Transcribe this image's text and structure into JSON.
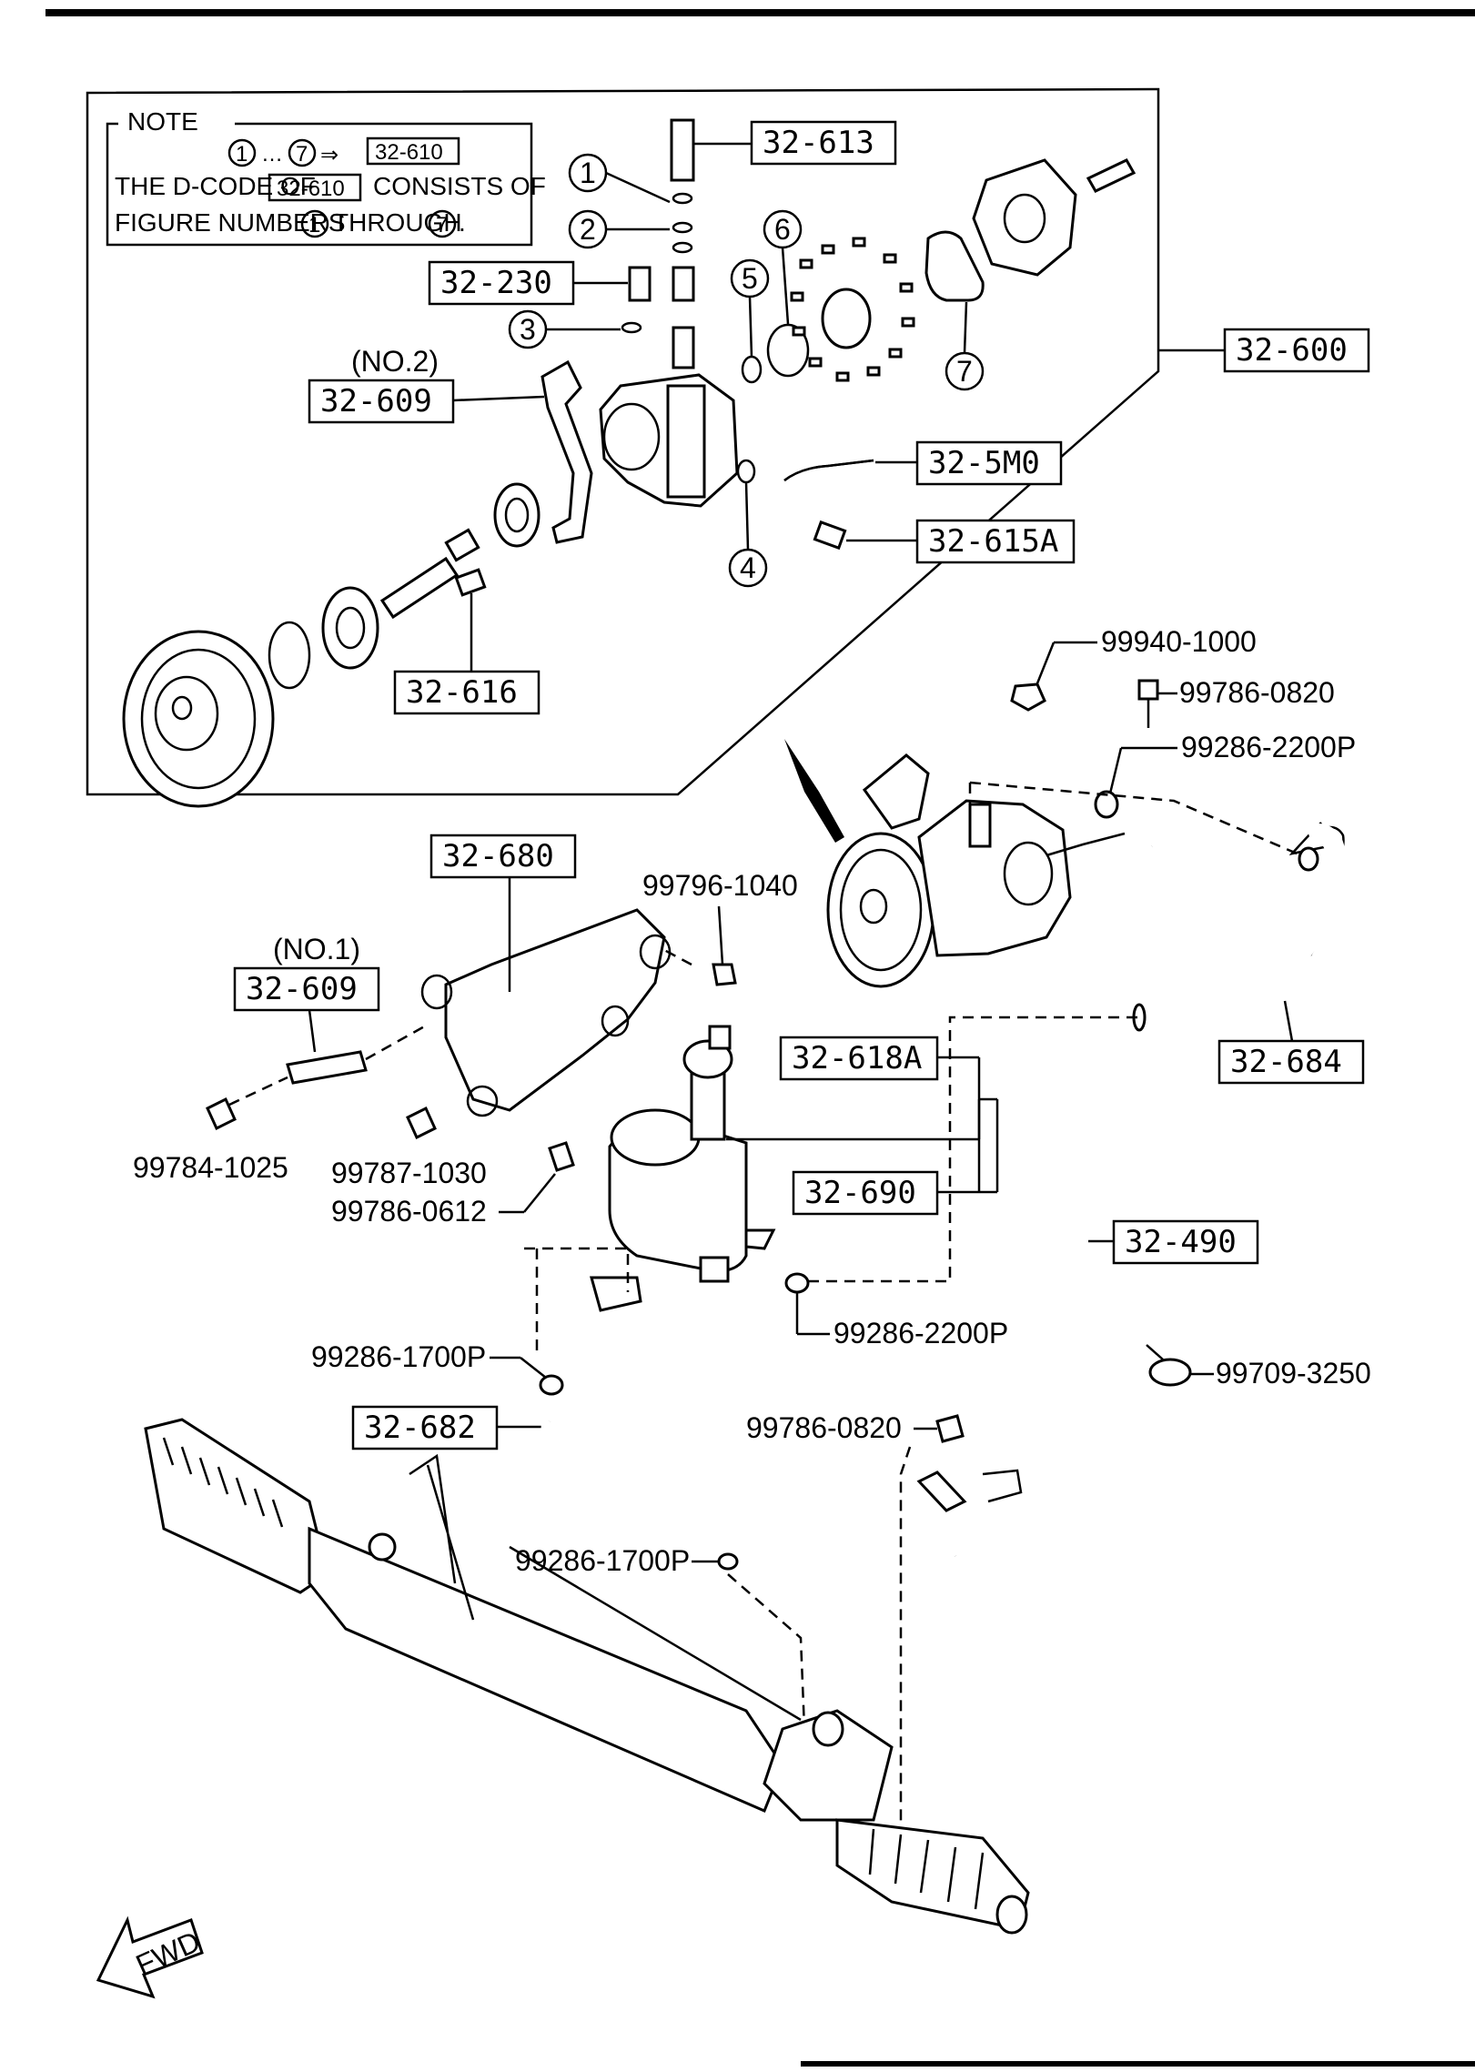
{
  "note": {
    "title": "NOTE",
    "range_from": "1",
    "range_dots": "…",
    "range_to": "7",
    "range_arrow": "⇒",
    "range_code": "32-610",
    "line1_a": "THE D-CODE OF",
    "line1_code": "32-610",
    "line1_b": "CONSISTS OF",
    "line2_a": "FIGURE NUMBERS",
    "line2_from": "1",
    "line2_b": "THROUGH",
    "line2_to": "7",
    "line2_end": "."
  },
  "callouts": {
    "c1": "1",
    "c2": "2",
    "c3": "3",
    "c4": "4",
    "c5": "5",
    "c6": "6",
    "c7": "7"
  },
  "boxed_parts": {
    "p32_613": "32-613",
    "p32_230": "32-230",
    "p32_609_no2": "32-609",
    "p32_5m0": "32-5M0",
    "p32_615a": "32-615A",
    "p32_616": "32-616",
    "p32_600": "32-600",
    "p32_680": "32-680",
    "p32_609_no1": "32-609",
    "p32_618a": "32-618A",
    "p32_690": "32-690",
    "p32_684": "32-684",
    "p32_490": "32-490",
    "p32_682": "32-682"
  },
  "qualifiers": {
    "no2": "(NO.2)",
    "no1": "(NO.1)"
  },
  "plain_parts": {
    "p99940_1000": "99940-1000",
    "p99786_0820_top": "99786-0820",
    "p99286_2200p_top": "99286-2200P",
    "p99796_1040": "99796-1040",
    "p99784_1025": "99784-1025",
    "p99787_1030": "99787-1030",
    "p99786_0612": "99786-0612",
    "p99286_2200p_mid": "99286-2200P",
    "p99709_3250": "99709-3250",
    "p99286_1700p_left": "99286-1700P",
    "p99786_0820_low": "99786-0820",
    "p99286_1700p_low": "99286-1700P"
  },
  "fwd": "FWD"
}
